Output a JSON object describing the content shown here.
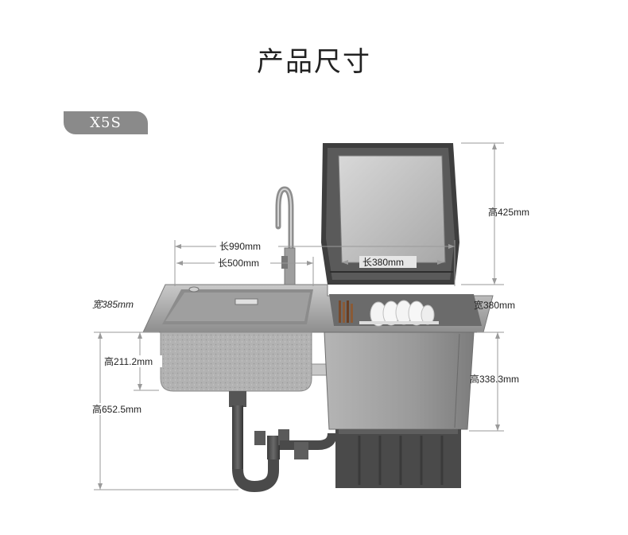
{
  "title": "产品尺寸",
  "model": "X5S",
  "dimensions": {
    "total_length": "长990mm",
    "sink_length": "长500mm",
    "washer_length": "长380mm",
    "sink_width": "宽385mm",
    "washer_width": "宽380mm",
    "lid_height": "高425mm",
    "basin_depth": "高211.2mm",
    "washer_body_height": "高338.3mm",
    "total_height": "高652.5mm"
  },
  "colors": {
    "steel": "#a7a7a7",
    "steel_dark": "#6e6e6e",
    "cabinet": "#4a4a4a",
    "dimension_line": "#9a9a9a"
  }
}
